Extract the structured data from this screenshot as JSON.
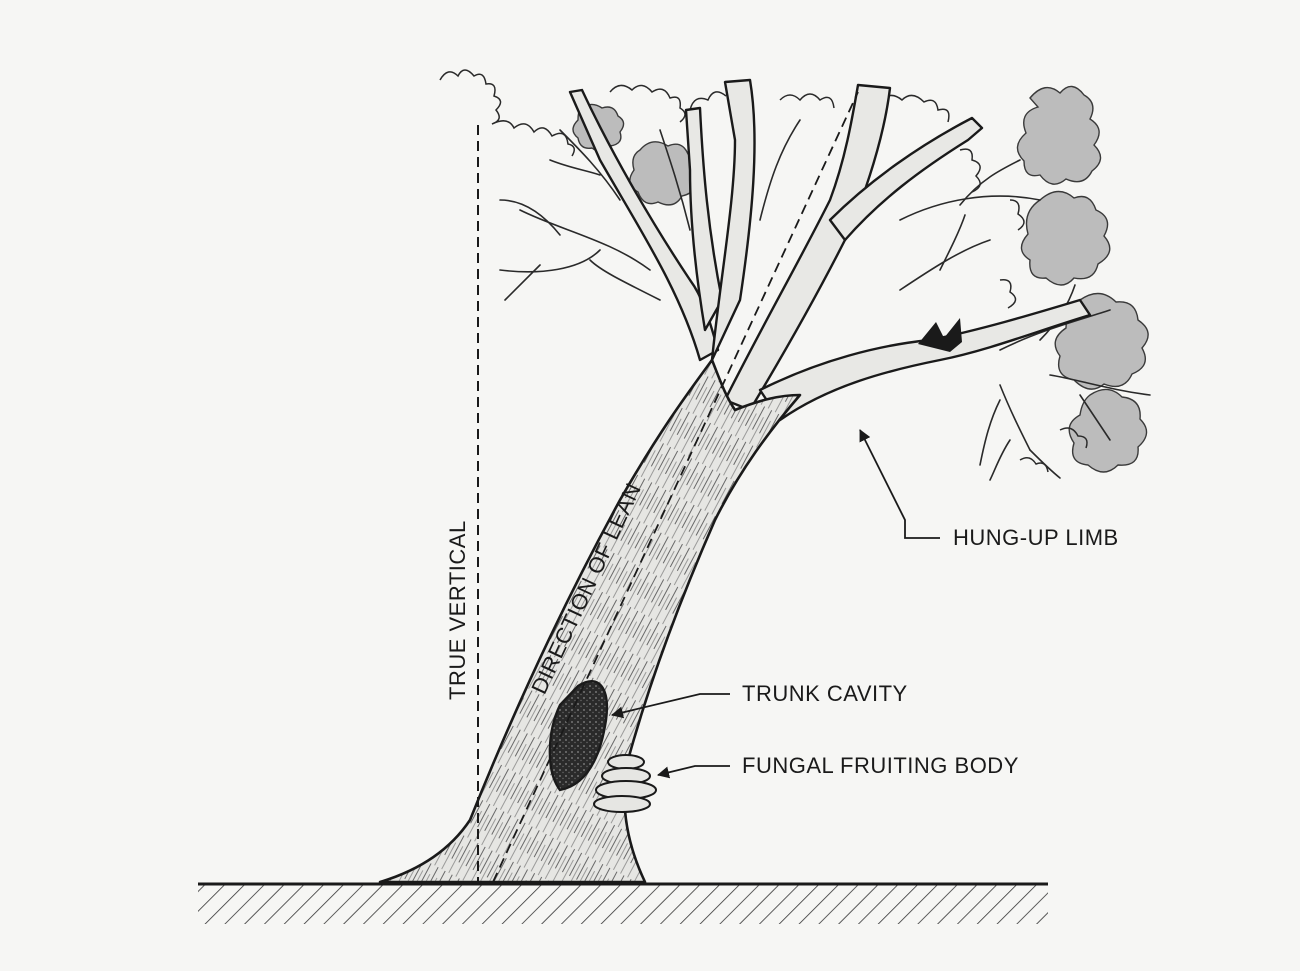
{
  "labels": {
    "true_vertical": "TRUE VERTICAL",
    "direction_of_lean": "DIRECTION OF LEAN",
    "hung_up_limb": "HUNG-UP LIMB",
    "trunk_cavity": "TRUNK CAVITY",
    "fungal_fruiting_body": "FUNGAL FRUITING BODY"
  },
  "colors": {
    "ink": "#1a1a1a",
    "paper": "#f6f6f4",
    "foliage_shade": "#b9b9b9",
    "bark_light": "#e4e4e2"
  }
}
